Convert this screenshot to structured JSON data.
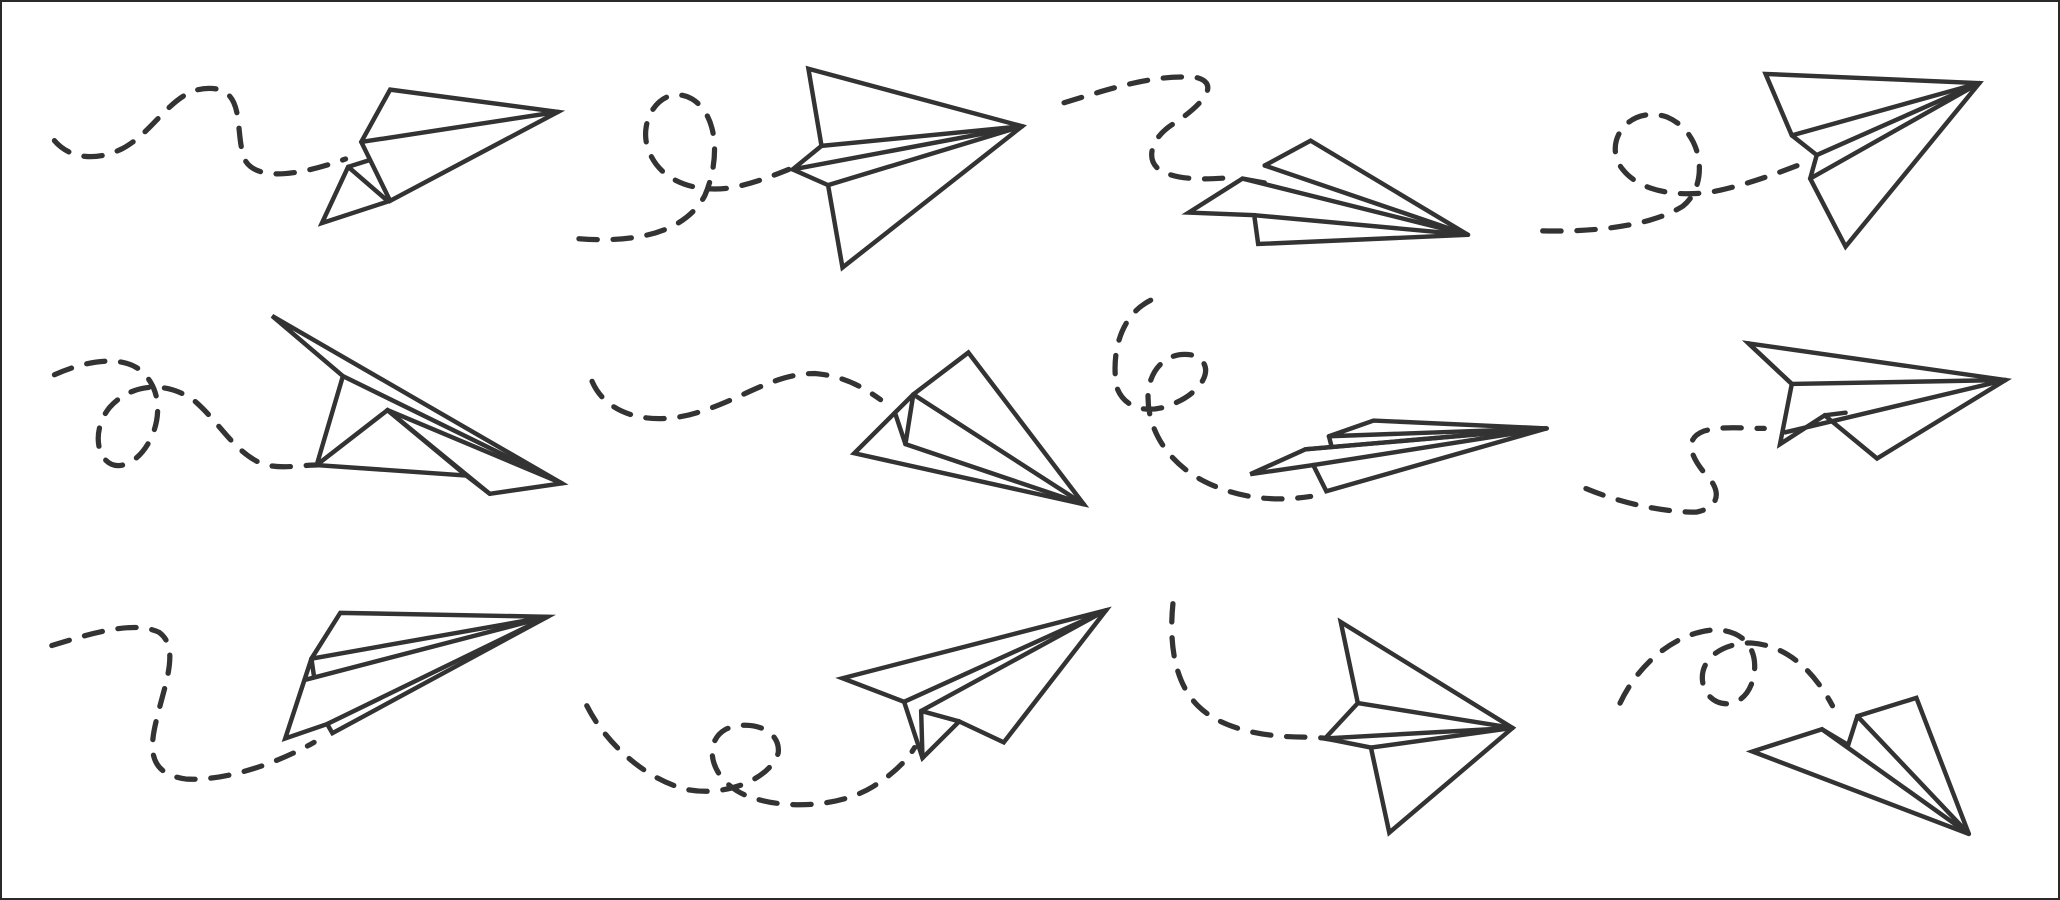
{
  "illustration": {
    "subject": "paper-planes",
    "plane_count": 12,
    "rows": 3,
    "columns": 4,
    "stroke_color": "#333333",
    "background_color": "#ffffff",
    "border_color": "#2a2a2a",
    "trail_style": "dashed"
  }
}
